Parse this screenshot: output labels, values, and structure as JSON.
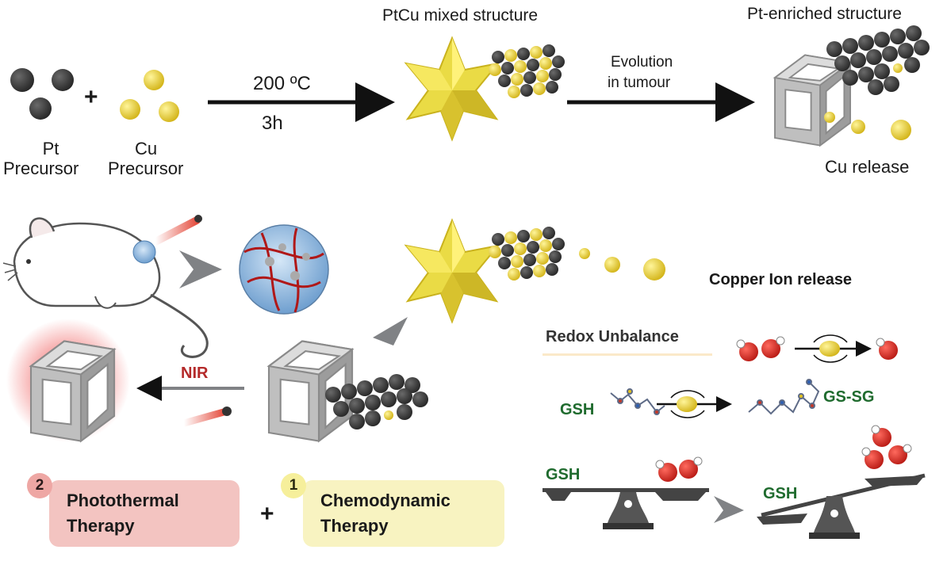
{
  "top": {
    "pt_label_line1": "Pt",
    "pt_label_line2": "Precursor",
    "plus1": "+",
    "cu_label_line1": "Cu",
    "cu_label_line2": "Precursor",
    "temp": "200 ºC",
    "time": "3h",
    "mixed_title": "PtCu mixed structure",
    "evolution_line1": "Evolution",
    "evolution_line2": "in tumour",
    "enriched_title": "Pt-enriched structure",
    "cu_release": "Cu release"
  },
  "middle": {
    "nir": "NIR"
  },
  "therapies": {
    "photothermal_number": "2",
    "photothermal_line1": "Photothermal",
    "photothermal_line2": "Therapy",
    "plus": "+",
    "chemodynamic_number": "1",
    "chemodynamic_line1": "Chemodynamic",
    "chemodynamic_line2": "Therapy"
  },
  "copper_panel": {
    "title": "Copper Ion release",
    "redox": "Redox Unbalance",
    "gsh1": "GSH",
    "gssg": "GS-SG",
    "gsh_left": "GSH",
    "gsh_right": "GSH"
  },
  "colors": {
    "pt_dark": "#3d3d3d",
    "cu_yellow": "#e8d23a",
    "nir_red": "#b42a2a",
    "gsh_green": "#1f6b2e",
    "photothermal_box": "#f3c4c1",
    "chemodynamic_box": "#f8f3c1",
    "panel_border": "#fbe9c9"
  }
}
